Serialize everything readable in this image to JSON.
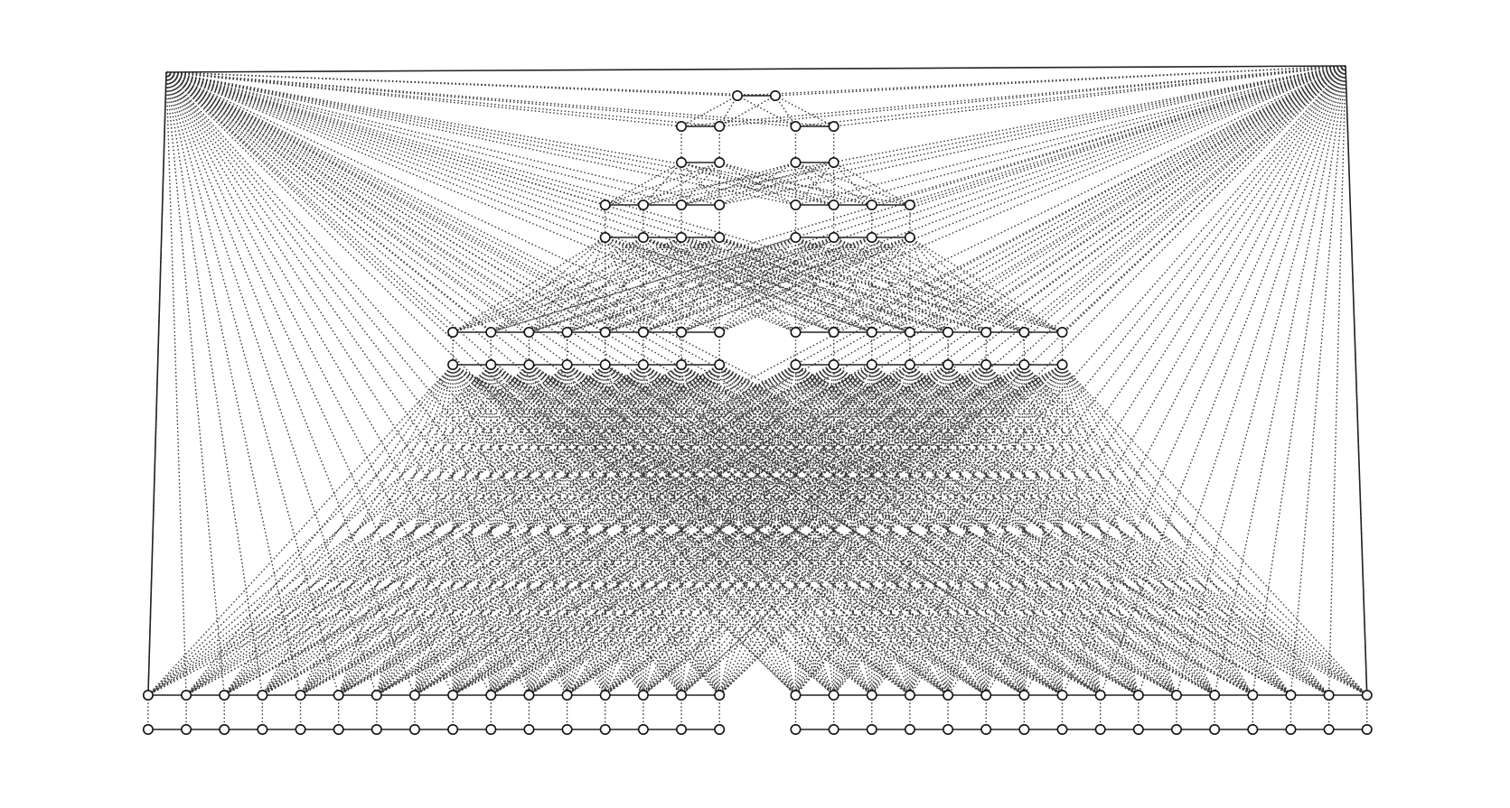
{
  "diagram": {
    "type": "graph",
    "node_style": "hollow-circle",
    "solid_edge_style": "solid",
    "cross_edge_style": "dotted",
    "hubs": [
      "top-left",
      "top-right"
    ],
    "levels": [
      {
        "name": "level-1",
        "nodes_per_half": 1,
        "row_pairs": 1
      },
      {
        "name": "level-2",
        "nodes_per_half": 2,
        "row_pairs": 2
      },
      {
        "name": "level-3",
        "nodes_per_half": 4,
        "row_pairs": 2
      },
      {
        "name": "level-4",
        "nodes_per_half": 8,
        "row_pairs": 2
      },
      {
        "name": "level-5",
        "nodes_per_half": 16,
        "row_pairs": 2
      }
    ]
  }
}
